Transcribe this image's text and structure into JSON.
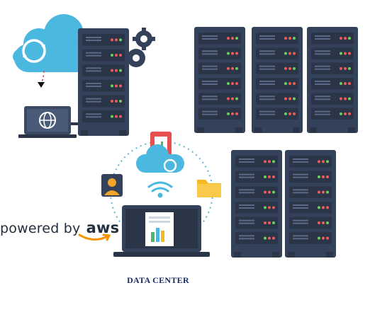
{
  "brand": {
    "prefix": "powered by",
    "name": "aws",
    "accent_color": "#f79400"
  },
  "caption": "DATA CENTER",
  "colors": {
    "server_body": "#34415a",
    "server_dark": "#2a3548",
    "cloud": "#4bb8e0",
    "laptop": "#3b4a62",
    "led_red": "#ef5b5b",
    "led_green": "#6ccf5a",
    "folder": "#f5b922",
    "user_card": "#f1a62b"
  },
  "icons": [
    "cloud-sync-icon",
    "gear-icon",
    "laptop-globe-icon",
    "server-rack-icon",
    "wifi-icon",
    "user-icon",
    "folder-icon",
    "phone-icon",
    "document-chart-icon",
    "aws-smile-icon"
  ]
}
